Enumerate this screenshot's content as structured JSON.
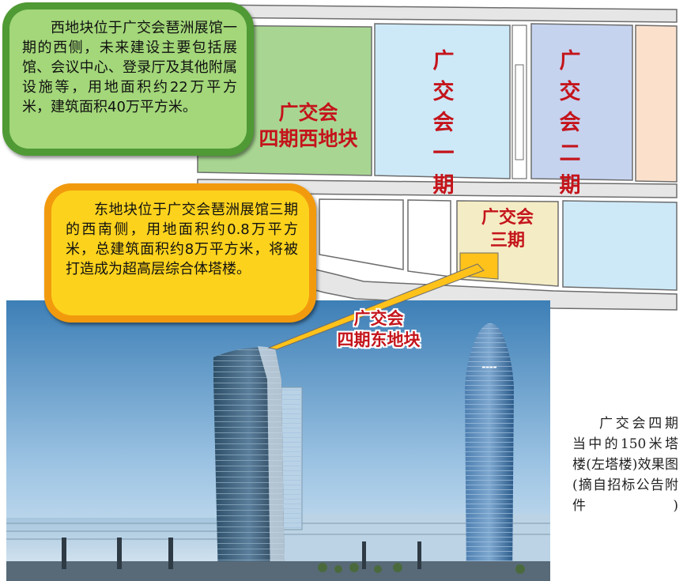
{
  "map": {
    "west_plot_label": [
      "广交会",
      "四期西地块"
    ],
    "phase1_label": [
      "广",
      "交",
      "会",
      "一",
      "期"
    ],
    "phase2_label": [
      "广",
      "交",
      "会",
      "二",
      "期"
    ],
    "phase3_label": [
      "广交会",
      "三期"
    ],
    "east_plot_label": [
      "广交会",
      "四期东地块"
    ]
  },
  "callouts": {
    "west": "西地块位于广交会琶洲展馆一期的西侧，未来建设主要包括展馆、会议中心、登录厅及其他附属设施等，用地面积约22万平方米，建筑面积40万平方米。",
    "east": "东地块位于广交会琶洲展馆三期的西南侧，用地面积约0.8万平方米，总建筑面积约8万平方米，将被打造成为超高层综合体塔楼。"
  },
  "photo": {
    "caption": "广交会四期当中的150米塔楼(左塔楼)效果图(摘自招标公告附件)"
  },
  "colors": {
    "west_plot": "#a8d692",
    "phase1": "#cde9f8",
    "phase2": "#c5d3ef",
    "phase3": "#f4ecc4",
    "east_plot_marker": "#ffc21a",
    "label_red": "#c4141b",
    "road": "#e6e6e6"
  }
}
